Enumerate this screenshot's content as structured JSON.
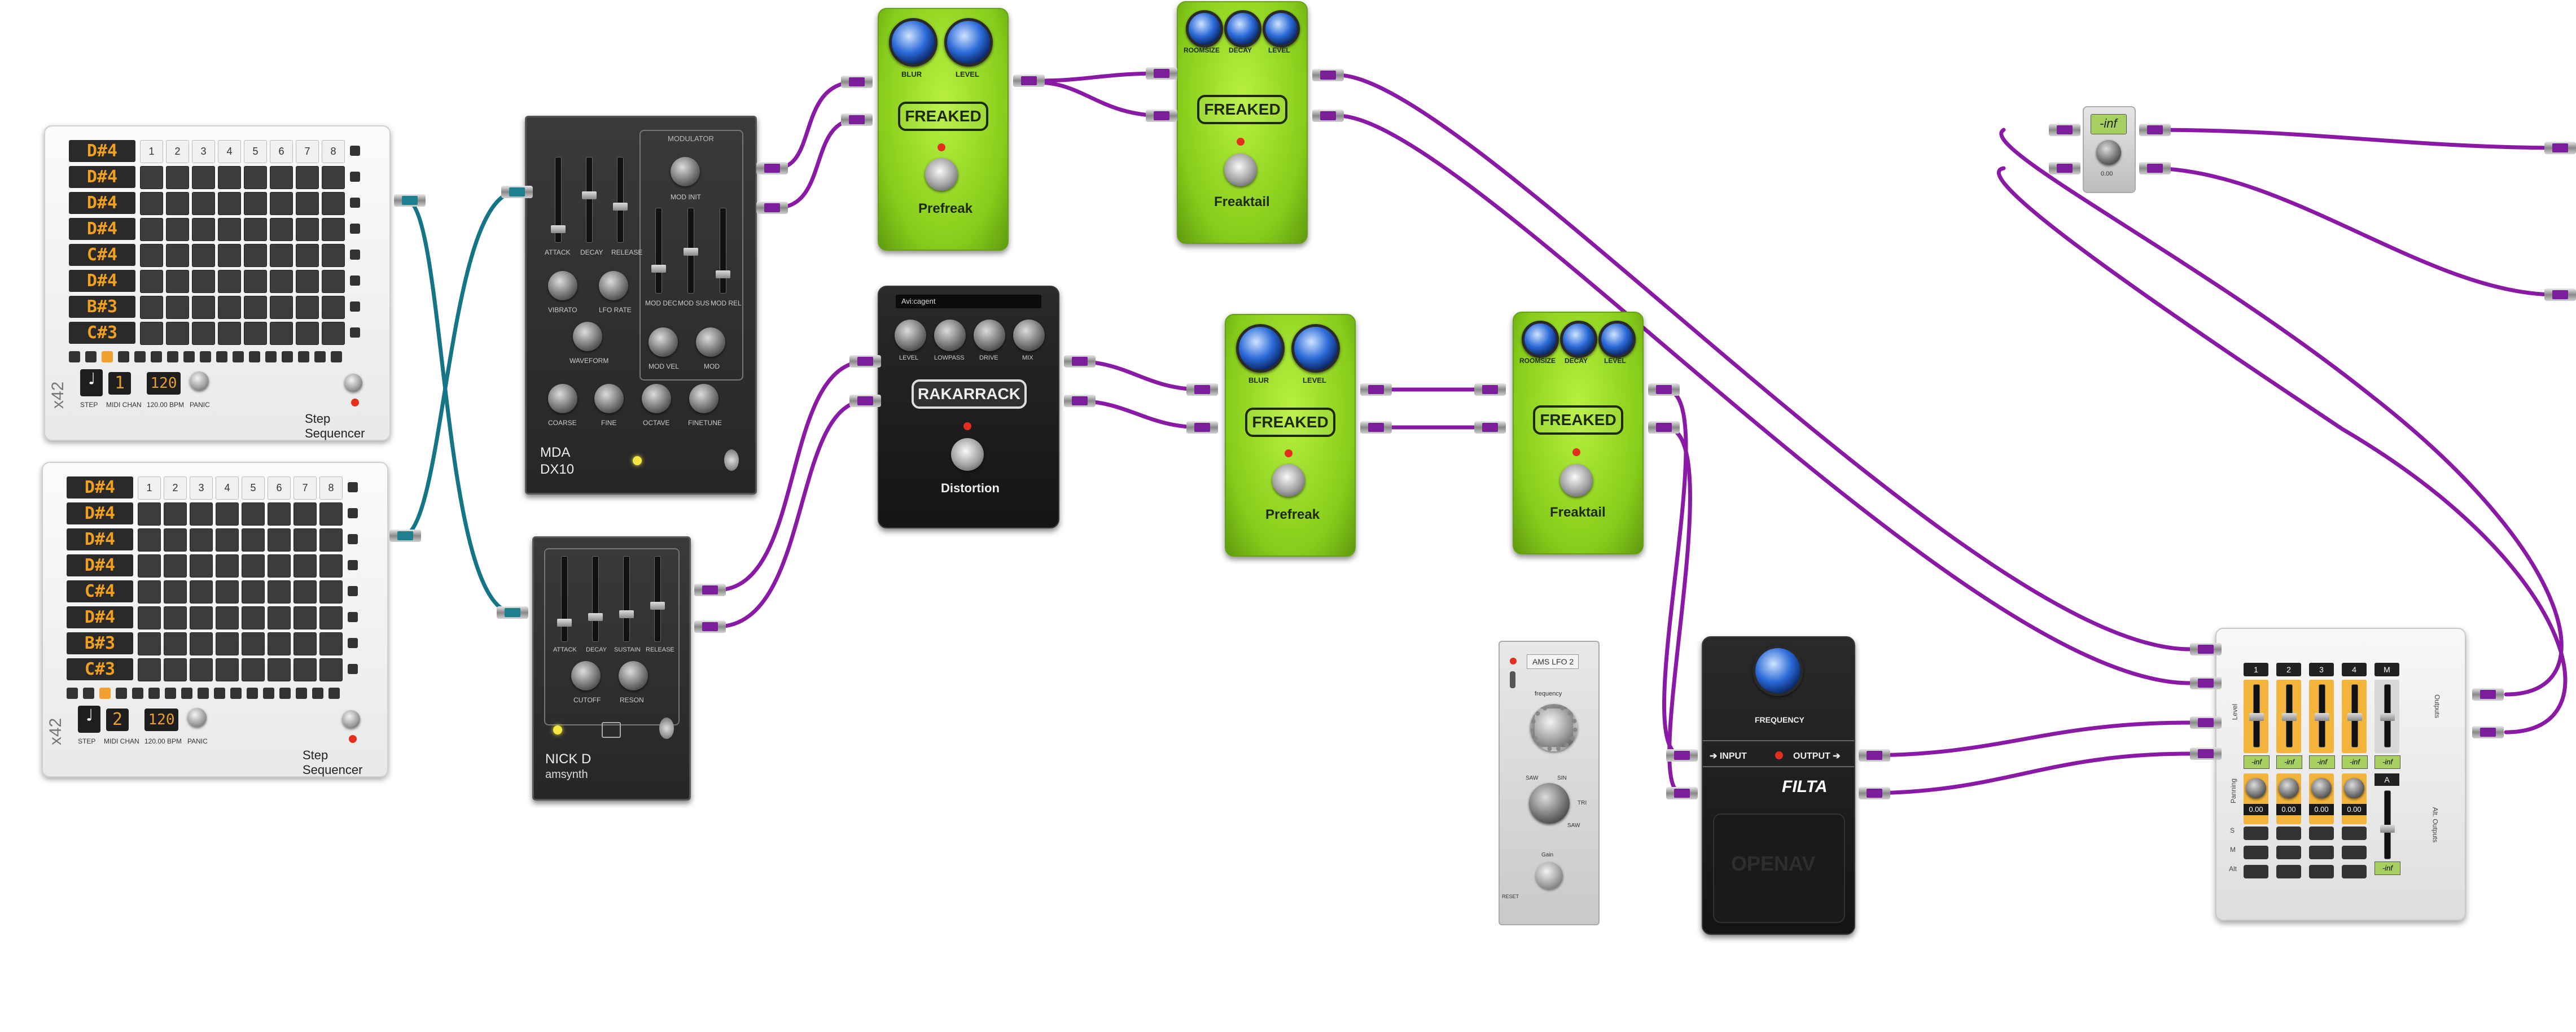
{
  "step_sequencer_1": {
    "title": "Step Sequencer",
    "brand": "x42",
    "notes": [
      "D#4",
      "D#4",
      "D#4",
      "D#4",
      "C#4",
      "D#4",
      "B#3",
      "C#3"
    ],
    "columns": [
      "1",
      "2",
      "3",
      "4",
      "5",
      "6",
      "7",
      "8"
    ],
    "step_label": "STEP",
    "midi_chan_label": "MIDI CHAN",
    "midi_chan_value": "1",
    "bpm_label": "120.00 BPM",
    "bpm_value": "120",
    "panic_label": "PANIC"
  },
  "step_sequencer_2": {
    "title": "Step Sequencer",
    "brand": "x42",
    "notes": [
      "D#4",
      "D#4",
      "D#4",
      "D#4",
      "C#4",
      "D#4",
      "B#3",
      "C#3"
    ],
    "columns": [
      "1",
      "2",
      "3",
      "4",
      "5",
      "6",
      "7",
      "8"
    ],
    "step_label": "STEP",
    "midi_chan_label": "MIDI CHAN",
    "midi_chan_value": "2",
    "bpm_label": "120.00 BPM",
    "bpm_value": "120",
    "panic_label": "PANIC"
  },
  "dx10": {
    "brand": "MDA",
    "model": "DX10",
    "modulator_label": "MODULATOR",
    "slider_labels": [
      "ATTACK",
      "DECAY",
      "RELEASE"
    ],
    "mod_slider_labels": [
      "MOD DEC",
      "MOD SUS",
      "MOD REL"
    ],
    "knob_labels": {
      "vibrato": "VIBRATO",
      "lfo_rate": "LFO RATE",
      "waveform": "WAVEFORM",
      "mod_init": "MOD INIT",
      "mod_vel": "MOD VEL",
      "mod": "MOD",
      "coarse": "COARSE",
      "fine": "FINE",
      "octave": "OCTAVE",
      "finetune": "FINETUNE"
    }
  },
  "amsynth": {
    "brand": "NICK D",
    "model": "amsynth",
    "slider_labels": [
      "ATTACK",
      "DECAY",
      "SUSTAIN",
      "RELEASE"
    ],
    "knob_labels": [
      "CUTOFF",
      "RESON"
    ]
  },
  "prefreak_1": {
    "name": "FREAKED",
    "footer": "Prefreak",
    "knobs": [
      "BLUR",
      "LEVEL"
    ]
  },
  "freaktail_1": {
    "name": "FREAKED",
    "footer": "Freaktail",
    "knobs": [
      "ROOMSIZE",
      "DECAY",
      "LEVEL"
    ]
  },
  "rakarrack": {
    "header": "Avi:cagent",
    "name": "RAKARRACK",
    "footer": "Distortion",
    "knobs": [
      "LEVEL",
      "LOWPASS",
      "DRIVE",
      "MIX"
    ]
  },
  "prefreak_2": {
    "name": "FREAKED",
    "footer": "Prefreak",
    "knobs": [
      "BLUR",
      "LEVEL"
    ]
  },
  "freaktail_2": {
    "name": "FREAKED",
    "footer": "Freaktail",
    "knobs": [
      "ROOMSIZE",
      "DECAY",
      "LEVEL"
    ]
  },
  "ams_lfo": {
    "title": "AMS LFO 2",
    "frequency_label": "frequency",
    "sine": "SIN",
    "saw_up": "SAW",
    "saw": "SAW",
    "tri": "TRI",
    "gain_label": "Gain",
    "reset_label": "RESET"
  },
  "filta": {
    "frequency_label": "FREQUENCY",
    "input_label": "INPUT",
    "output_label": "OUTPUT",
    "name": "FILTA",
    "brand": "OPENAV"
  },
  "gain_control": {
    "display": "-inf",
    "value": "0.00"
  },
  "mixer": {
    "channels": [
      "1",
      "2",
      "3",
      "4",
      "M"
    ],
    "level_values": [
      "-inf",
      "-inf",
      "-inf",
      "-inf",
      "-inf"
    ],
    "pan_values": [
      "0.00",
      "0.00",
      "0.00",
      "0.00"
    ],
    "side_labels": {
      "level": "Level",
      "panning": "Panning",
      "solo": "S",
      "mute": "M",
      "alt": "Alt",
      "outputs": "Outputs",
      "alt_outputs": "Alt. Outputs"
    },
    "alt_channel": "A",
    "alt_level": "-inf"
  },
  "colors": {
    "cable_purple": "#8a1aa6",
    "cable_teal": "#137585",
    "pedal_green": "#9ee22a",
    "note_orange": "#f0a020"
  }
}
